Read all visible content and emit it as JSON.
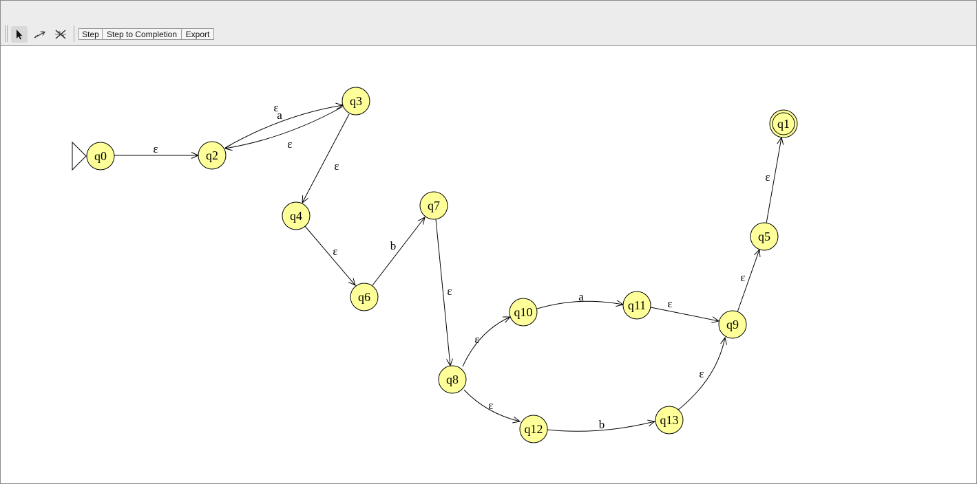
{
  "toolbar": {
    "tools": [
      {
        "name": "attribute-editor-tool",
        "icon": "pointer-arrow-icon",
        "active": true
      },
      {
        "name": "transition-creator-tool",
        "icon": "transition-arrow-icon",
        "active": false
      },
      {
        "name": "deleter-tool",
        "icon": "deleter-icon",
        "active": false
      }
    ],
    "step_label": "Step",
    "step_to_completion_label": "Step to Completion",
    "export_label": "Export"
  },
  "automaton": {
    "initial_state": "q0",
    "final_states": [
      "q1"
    ],
    "state_fill": "#ffff99",
    "states": [
      "q0",
      "q1",
      "q2",
      "q3",
      "q4",
      "q5",
      "q6",
      "q7",
      "q8",
      "q9",
      "q10",
      "q11",
      "q12",
      "q13"
    ],
    "transitions": [
      {
        "from": "q0",
        "to": "q2",
        "label": "ε"
      },
      {
        "from": "q2",
        "to": "q3",
        "label": "a"
      },
      {
        "from": "q3",
        "to": "q2",
        "label": "ε"
      },
      {
        "from": "q3",
        "to": "q4",
        "label": "ε"
      },
      {
        "from": "q4",
        "to": "q6",
        "label": "ε"
      },
      {
        "from": "q6",
        "to": "q7",
        "label": "b"
      },
      {
        "from": "q7",
        "to": "q8",
        "label": "ε"
      },
      {
        "from": "q8",
        "to": "q10",
        "label": "ε"
      },
      {
        "from": "q8",
        "to": "q12",
        "label": "ε"
      },
      {
        "from": "q10",
        "to": "q11",
        "label": "a"
      },
      {
        "from": "q12",
        "to": "q13",
        "label": "b"
      },
      {
        "from": "q11",
        "to": "q9",
        "label": "ε"
      },
      {
        "from": "q13",
        "to": "q9",
        "label": "ε"
      },
      {
        "from": "q9",
        "to": "q5",
        "label": "ε"
      },
      {
        "from": "q5",
        "to": "q1",
        "label": "ε"
      }
    ],
    "stray_labels": [
      {
        "text": "ε"
      }
    ]
  }
}
